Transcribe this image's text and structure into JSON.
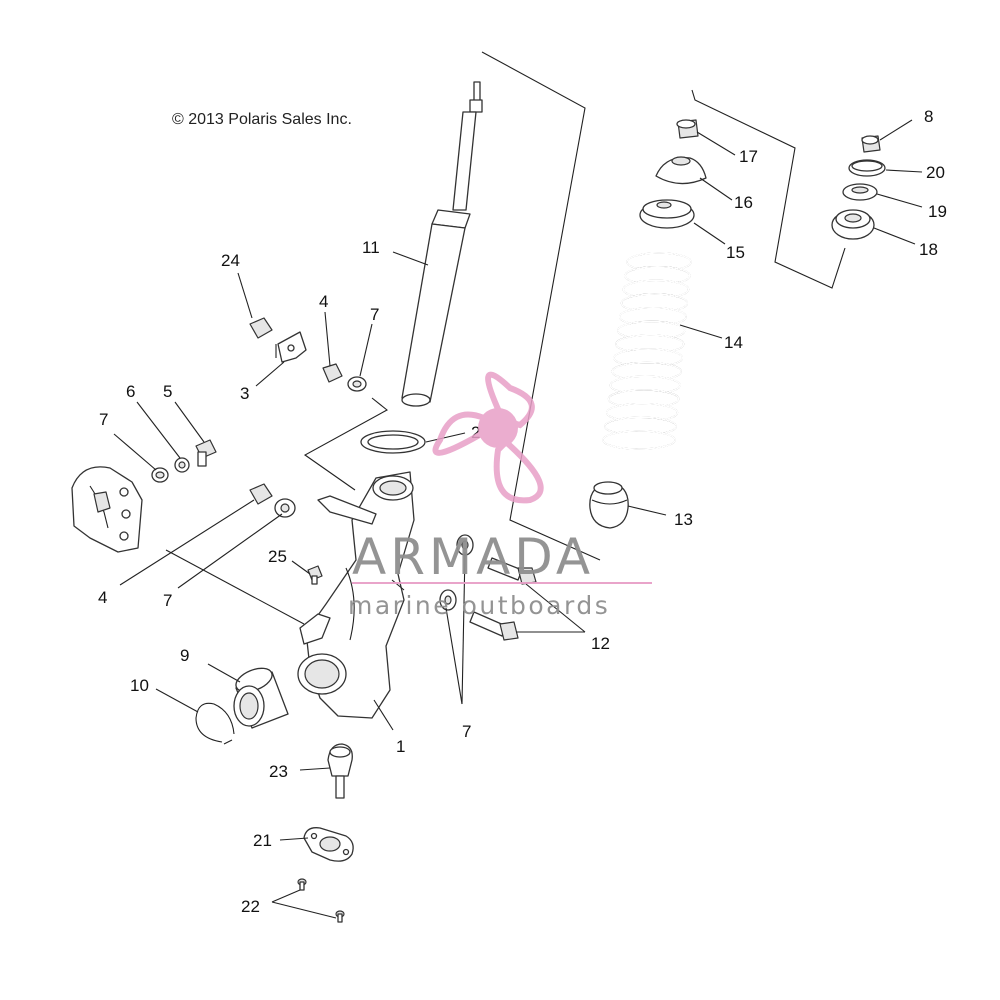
{
  "copyright": "© 2013 Polaris Sales Inc.",
  "watermark": {
    "brand": "ARMADA",
    "tagline": "marine outboards",
    "accent_color": "#e8a0c8"
  },
  "callouts": {
    "c1": "1",
    "c2": "2",
    "c3": "3",
    "c4a": "4",
    "c4b": "4",
    "c5": "5",
    "c6": "6",
    "c7a": "7",
    "c7b": "7",
    "c7c": "7",
    "c7d": "7",
    "c8": "8",
    "c9": "9",
    "c10": "10",
    "c11": "11",
    "c12": "12",
    "c13": "13",
    "c14": "14",
    "c15": "15",
    "c16": "16",
    "c17": "17",
    "c18": "18",
    "c19": "19",
    "c20": "20",
    "c21": "21",
    "c22": "22",
    "c23": "23",
    "c24": "24",
    "c25": "25"
  }
}
